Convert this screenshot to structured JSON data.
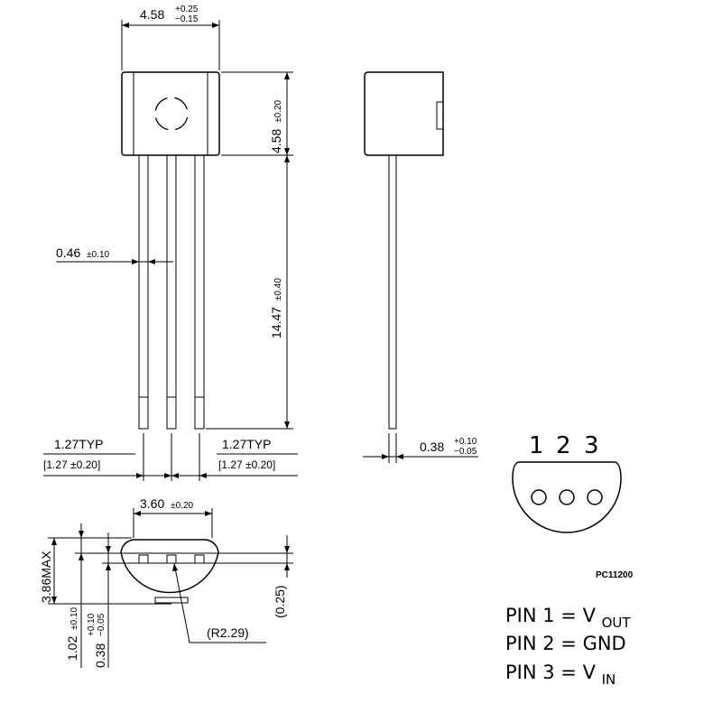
{
  "front_view": {
    "body_width": {
      "value": "4.58",
      "tol_plus": "+0.25",
      "tol_minus": "−0.15"
    },
    "body_height": {
      "value": "4.58",
      "tol": "±0.20"
    },
    "lead_length": {
      "value": "14.47",
      "tol": "±0.40"
    },
    "lead_width": {
      "value": "0.46",
      "tol": "±0.10"
    },
    "pitch_left": {
      "value": "1.27TYP",
      "alt": "[1.27 ±0.20]"
    },
    "pitch_right": {
      "value": "1.27TYP",
      "alt": "[1.27 ±0.20]"
    }
  },
  "side_view": {
    "lead_thickness": {
      "value": "0.38",
      "tol_plus": "+0.10",
      "tol_minus": "−0.05"
    }
  },
  "bottom_view": {
    "width": {
      "value": "3.60",
      "tol": "±0.20"
    },
    "height_max": {
      "value": "3.86MAX"
    },
    "dim_a": {
      "value": "1.02",
      "tol": "±0.10"
    },
    "dim_b": {
      "value": "0.38",
      "tol_plus": "+0.10",
      "tol_minus": "−0.05"
    },
    "dim_c": {
      "value": "(0.25)"
    },
    "radius": {
      "value": "(R2.29)"
    }
  },
  "pinout": {
    "numbers": [
      "1",
      "2",
      "3"
    ],
    "code": "PC11200",
    "pins": [
      {
        "prefix": "PIN 1 =",
        "main": "V",
        "sub": "OUT"
      },
      {
        "prefix": "PIN 2 =",
        "main": "GND",
        "sub": ""
      },
      {
        "prefix": "PIN 3 =",
        "main": "V",
        "sub": "IN"
      }
    ]
  }
}
